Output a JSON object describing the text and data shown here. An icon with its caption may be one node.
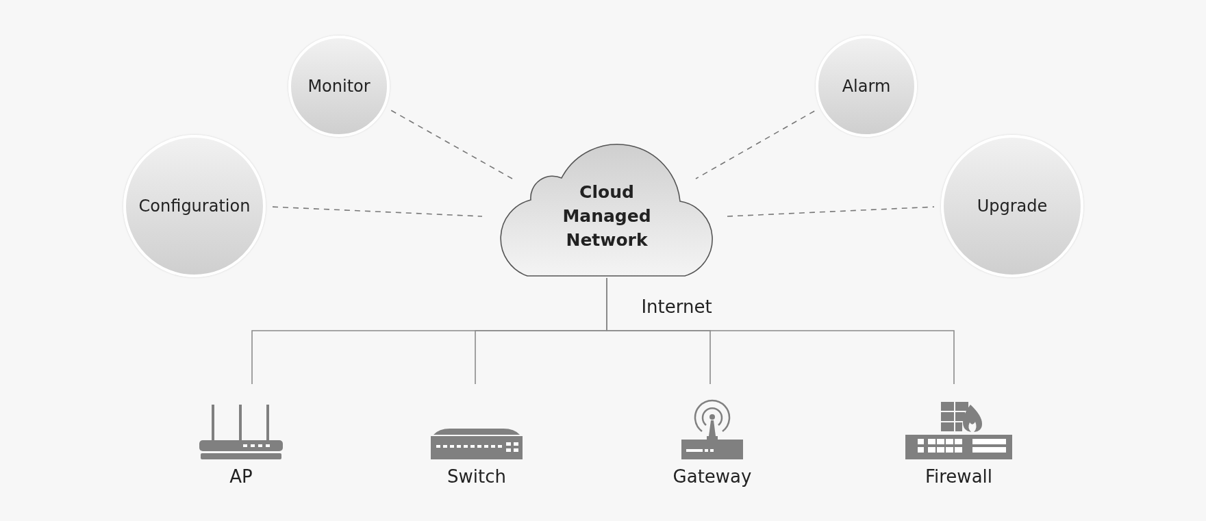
{
  "diagram": {
    "nodes": [
      {
        "text": [
          "Monitor"
        ]
      },
      {
        "text": [
          "Alarm"
        ]
      },
      {
        "text": [
          "Configuration"
        ]
      },
      {
        "text": [
          "Cloud Managed Network"
        ]
      },
      {
        "text": [
          "Upgrade"
        ]
      },
      {
        "text": [
          "AP"
        ]
      },
      {
        "text": [
          "Switch"
        ]
      },
      {
        "text": [
          "Gateway"
        ]
      },
      {
        "text": [
          "Firewall"
        ]
      }
    ],
    "edges": [
      {
        "from": 0,
        "to": 3,
        "arrow": "none",
        "style": "dashed"
      },
      {
        "from": 1,
        "to": 3,
        "arrow": "none",
        "style": "dashed"
      },
      {
        "from": 2,
        "to": 3,
        "arrow": "none",
        "style": "dashed"
      },
      {
        "from": 3,
        "to": 4,
        "arrow": "none",
        "style": "dashed"
      },
      {
        "from": 3,
        "to": 5,
        "arrow": "none"
      },
      {
        "from": 3,
        "to": 6,
        "arrow": "none"
      },
      {
        "from": 3,
        "to": 7,
        "arrow": "none"
      },
      {
        "from": 3,
        "to": 8,
        "arrow": "none"
      }
    ],
    "labels": [
      "Internet"
    ]
  }
}
